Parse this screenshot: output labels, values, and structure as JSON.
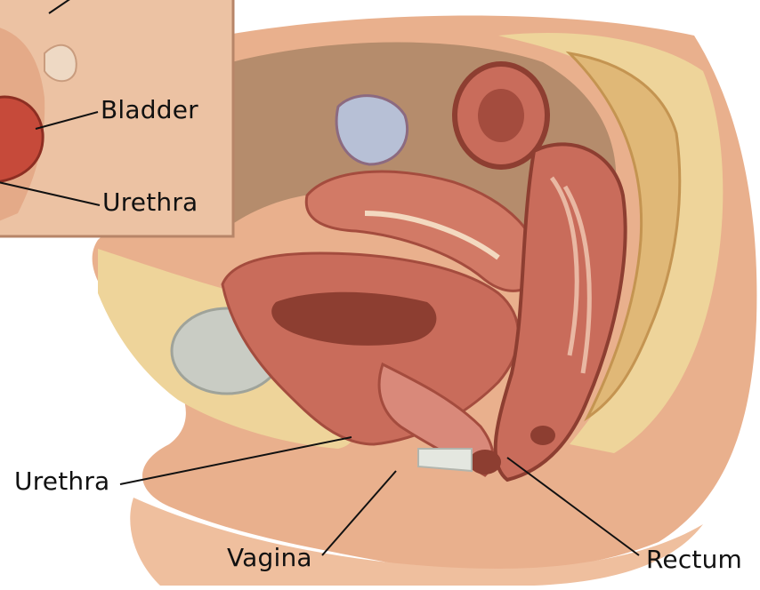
{
  "labels": {
    "inset": {
      "bladder": "Bladder",
      "urethra": "Urethra"
    },
    "main": {
      "urethra": "Urethra",
      "vagina": "Vagina",
      "rectum": "Rectum"
    }
  },
  "colors": {
    "background": "#ffffff",
    "skin": "#e9b08d",
    "skin_shadow": "#c98664",
    "flesh": "#c96c5b",
    "fat": "#eed49a",
    "bladder_grey": "#c9ccc4",
    "inset_bg": "#ecc2a3",
    "inset_frame": "#b78568",
    "pelvic_cavity": "#b58c6c",
    "leader_line": "#111111"
  }
}
